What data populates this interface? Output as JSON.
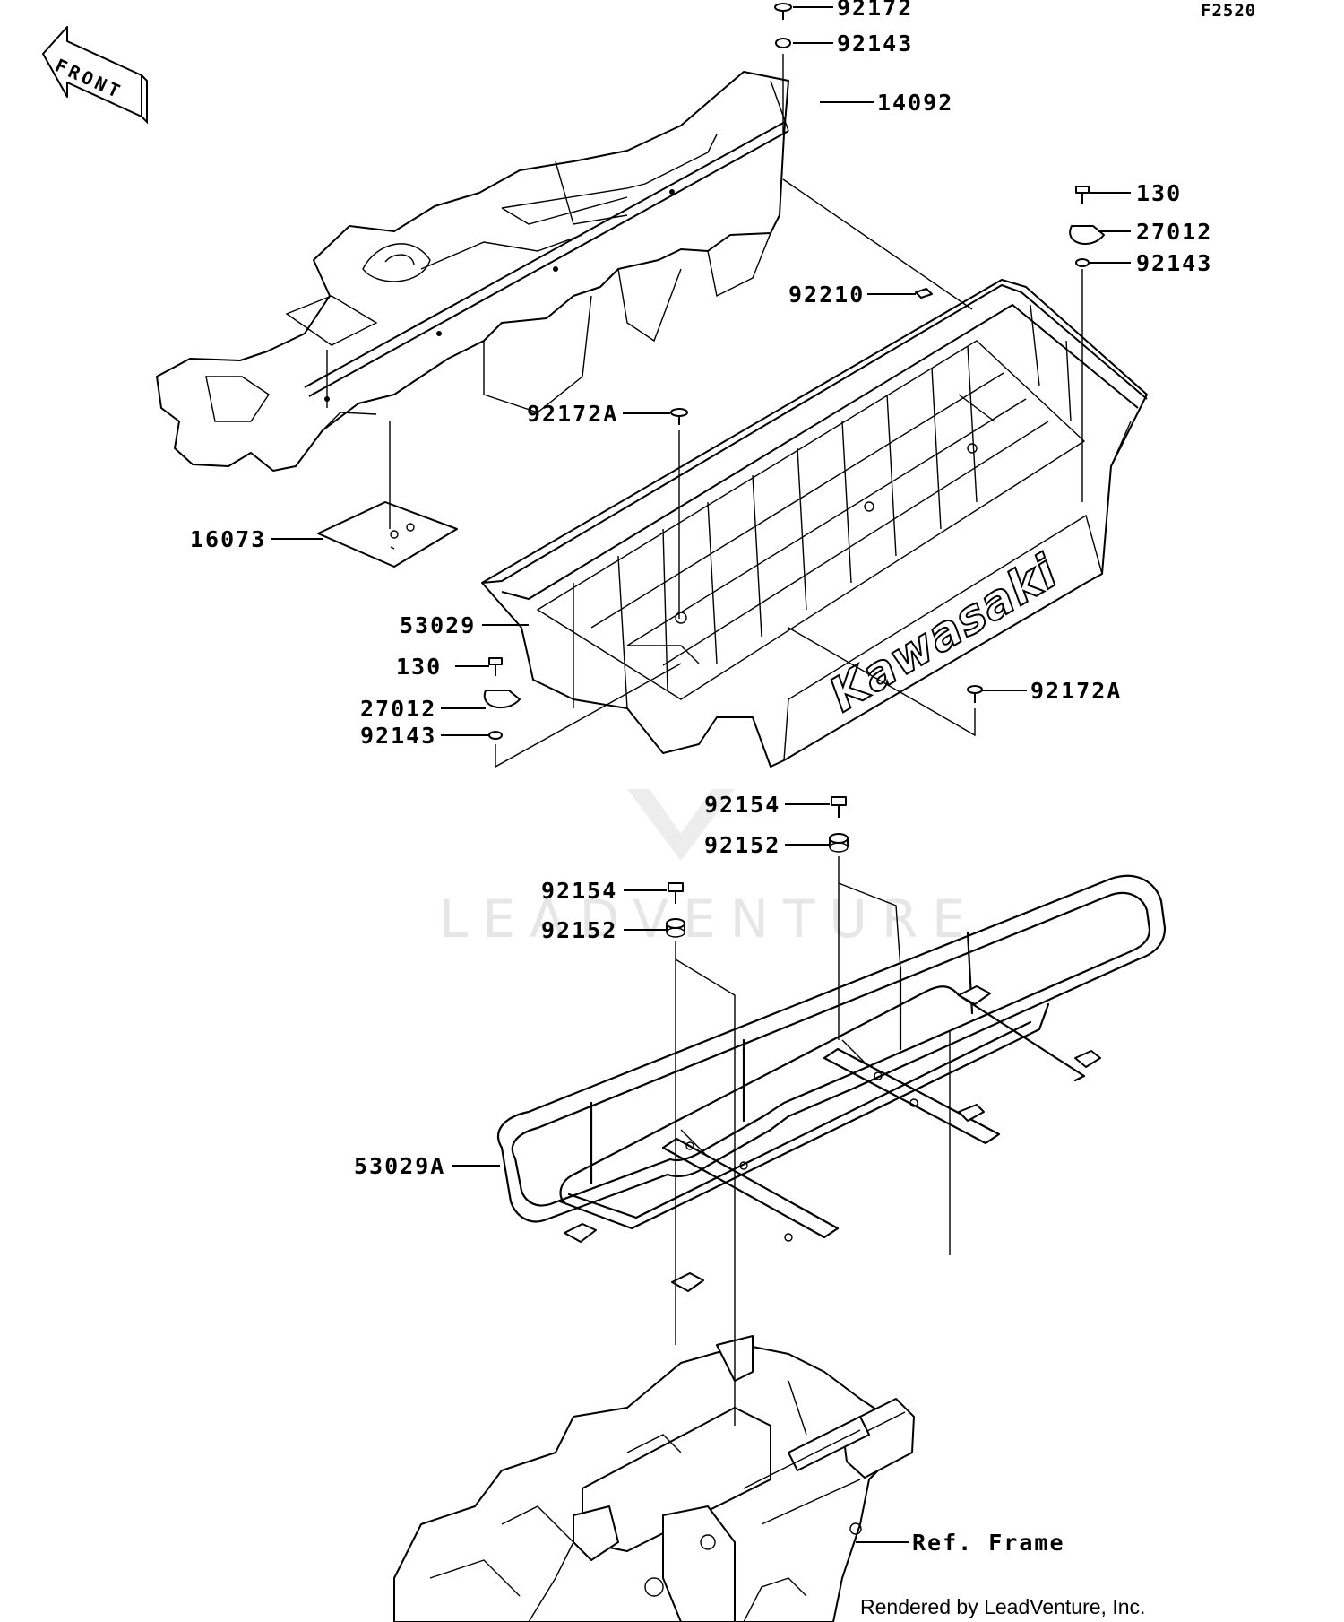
{
  "diagram_code": "F2520",
  "front_arrow_label": "FRONT",
  "brand_text": "Kawasaki",
  "watermark": "LEADVENTURE",
  "credit": "Rendered by LeadVenture, Inc.",
  "callouts": {
    "c92172_top": "92172",
    "c92143_top": "92143",
    "c14092": "14092",
    "c130_right": "130",
    "c27012_right": "27012",
    "c92143_right": "92143",
    "c92210": "92210",
    "c92172A_upper": "92172A",
    "c16073": "16073",
    "c53029": "53029",
    "c130_left": "130",
    "c27012_left": "27012",
    "c92143_left": "92143",
    "c92172A_lower": "92172A",
    "c92154_right": "92154",
    "c92152_right": "92152",
    "c92154_left": "92154",
    "c92152_left": "92152",
    "c53029A": "53029A",
    "ref_frame": "Ref. Frame"
  }
}
